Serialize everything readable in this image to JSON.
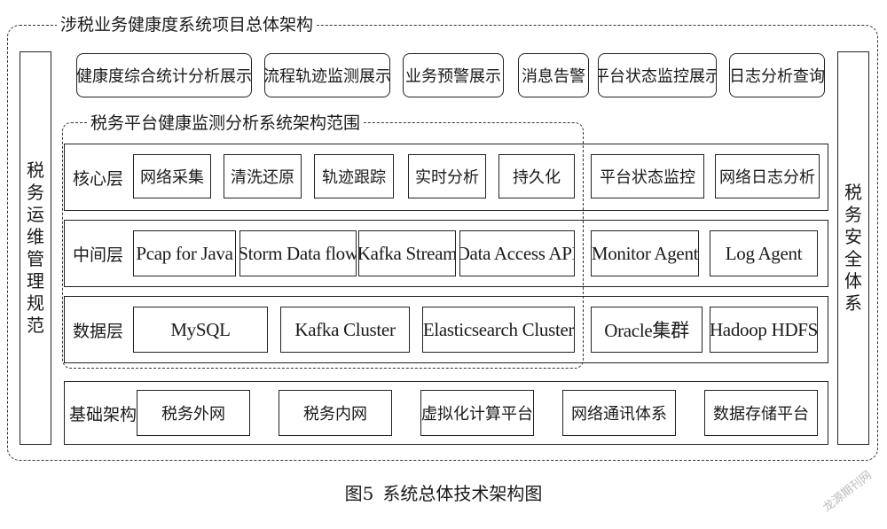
{
  "outer_title": "涉税业务健康度系统项目总体架构",
  "left_column": "税务运维管理规范",
  "right_column": "税务安全体系",
  "top_row": [
    "健康度综合统计分析展示",
    "流程轨迹监测展示",
    "业务预警展示",
    "消息告警",
    "平台状态监控展示",
    "日志分析查询"
  ],
  "inner_title": "税务平台健康监测分析系统架构范围",
  "core_layer": {
    "label": "核心层",
    "items": [
      "网络采集",
      "清洗还原",
      "轨迹跟踪",
      "实时分析",
      "持久化",
      "平台状态监控",
      "网络日志分析"
    ]
  },
  "middle_layer": {
    "label": "中间层",
    "items": [
      "Pcap for Java",
      "Storm Data flow",
      "Kafka Stream",
      "Data Access API",
      "Monitor Agent",
      "Log Agent"
    ]
  },
  "data_layer": {
    "label": "数据层",
    "items": [
      "MySQL",
      "Kafka Cluster",
      "Elasticsearch Cluster",
      "Oracle集群",
      "Hadoop HDFS"
    ]
  },
  "infra_layer": {
    "label": "基础架构",
    "items": [
      "税务外网",
      "税务内网",
      "虚拟化计算平台",
      "网络通讯体系",
      "数据存储平台"
    ]
  },
  "caption": {
    "figure": "图5",
    "text": "系统总体技术架构图"
  },
  "watermark": "龙源期刊网"
}
